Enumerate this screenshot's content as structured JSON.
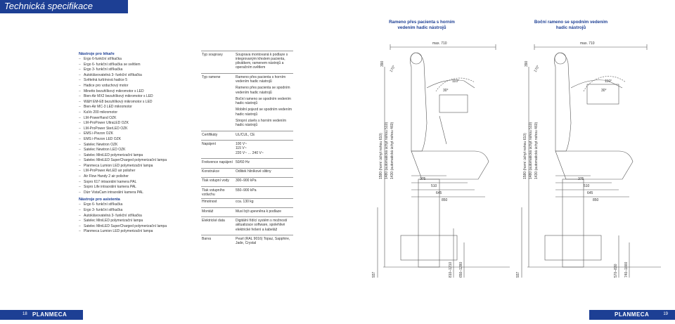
{
  "page": {
    "title": "Technická specifikace",
    "page_left": "18",
    "page_right": "19",
    "logo_text": "PLANMECA"
  },
  "captions": {
    "left": "Rameno přes pacienta s horním vedením hadic nástrojů",
    "right": "Boční rameno se spodním vedením hadic nástrojů"
  },
  "tools": {
    "heading1": "Nástroje pro lékaře",
    "items1": [
      "Ergo 6-funkční stříkačka",
      "Ergo 6- funkční stříkačka se světlem",
      "Ergo 3- funkční stříkačka",
      "Autoklávovatelná 3- funkční stříkačka",
      "Světelná turbínová hadice 5",
      "Hadice pro vzduchový motor",
      "Minetto bezuhlíkový mikromotor s LED",
      "Bien-Air MX2 bezuhlíkový mikromotor s LED",
      "W&H EM-E8 bezuhlíkový mikromotor s LED",
      "Bien-Air MC-3 LED mikromotor",
      "KaVo 200 mikromotor",
      "LM-PowerHand OZK",
      "LM-ProPower UltraLED OZK",
      "LM-ProPower SterLED OZK",
      "EMS i-Piezon OZK",
      "EMS i-Piezon LED OZK",
      "Satelec Newtron OZK",
      "Satelec Newtron LED OZK",
      "Satelec MiniLED polymerizační lampa",
      "Satelec MiniLED SuperCharged polymerizační lampa",
      "Planmeca Lumion LED polymerizační lampa",
      "LM-ProPower AirLED air polisher",
      "Air Flow Handy 2 air polisher",
      "Sopro 617 intraorální kamera PAL",
      "Sopro Life intraorální kamera PAL",
      "Dürr VistaCam intraorální kamera PAL"
    ],
    "heading2": "Nástroje pro asistenta",
    "items2": [
      "Ergo 6- funkční stříkačka",
      "Ergo 3- funkční stříkačka",
      "Autoklávovatelná 3- funkční stříkačka",
      "Satelec MiniLED polymerizační lampa",
      "Satelec MiniLED SuperCharged polymerizační lampa",
      "Planmeca Lumion LED polymerizační lampa"
    ]
  },
  "spec": {
    "rows": [
      {
        "key": "Typ soupravy",
        "values": [
          "Souprava montovaná k podlaze s integrovaným křeslem pacienta, plivátkem, ramenem nástrojů a operačním světlem"
        ]
      },
      {
        "key": "Typ ramene",
        "values": [
          "Rameno přes pacienta s horním vedením hadic nástrojů",
          "Rameno přes pacienta se spodním vedením hadic nástrojů",
          "Boční rameno se spodním vedením hadic nástrojů",
          "Mobilní pojezd se spodním vedením hadic nástrojů",
          "Stropní závěs s horním vedením hadic nástrojů"
        ]
      },
      {
        "key": "Certifikáty",
        "values": [
          "UL/CUL, CE"
        ]
      },
      {
        "key": "Napájení",
        "values": [
          "100 V~\n115 V~\n220 V~ … 240 V~"
        ]
      },
      {
        "key": "Frekvence napájení",
        "values": [
          "50/60 Hz"
        ]
      },
      {
        "key": "Konstrukce",
        "values": [
          "Odlitek hliníkové slitiny"
        ]
      },
      {
        "key": "Tlak vstupní vody",
        "values": [
          "300–900 kPa"
        ]
      },
      {
        "key": "Tlak vstupního vzduchu",
        "values": [
          "550–900 kPa"
        ]
      },
      {
        "key": "Hmotnost",
        "values": [
          "cca. 130 kg"
        ]
      },
      {
        "key": "Montáž",
        "values": [
          "Musí být upevněna k podlaze"
        ]
      },
      {
        "key": "Elektrické data",
        "values": [
          "Digitální řídící systém s možností aktualizace software, spolehlivé elektrické řešení a kabeláž"
        ]
      },
      {
        "key": "Barva",
        "values": [
          "Pearl (RAL 9016) Topaz, Sapphire, Jade, Crystal"
        ]
      }
    ]
  },
  "drawing_left": {
    "max": "max. 710",
    "d390": "390",
    "a170": "170°",
    "a110": "110°",
    "a30": "30°",
    "heights": [
      "1580 (horní úchyt nohou 610)",
      "1480 (automatická úchyt nohou 510)",
      "1430 (automatická úchyt nohou 460)"
    ],
    "d375": "375",
    "d510": "510",
    "d645": "645",
    "d850": "850",
    "d937": "937",
    "h1": "810–1210",
    "h2": "650–1280"
  },
  "drawing_right": {
    "max": "max. 710",
    "d390": "390",
    "a170": "170°",
    "a110": "110°",
    "a30": "30°",
    "heights": [
      "1580 (horní úchyt nohou 610)",
      "1480 (automatická úchyt nohou 510)",
      "1430 (automatická úchyt nohou 460)"
    ],
    "d375": "375",
    "d510": "510",
    "d645": "645",
    "d850": "850",
    "d937": "937",
    "h1": "570–830",
    "h2": "740–1000"
  }
}
